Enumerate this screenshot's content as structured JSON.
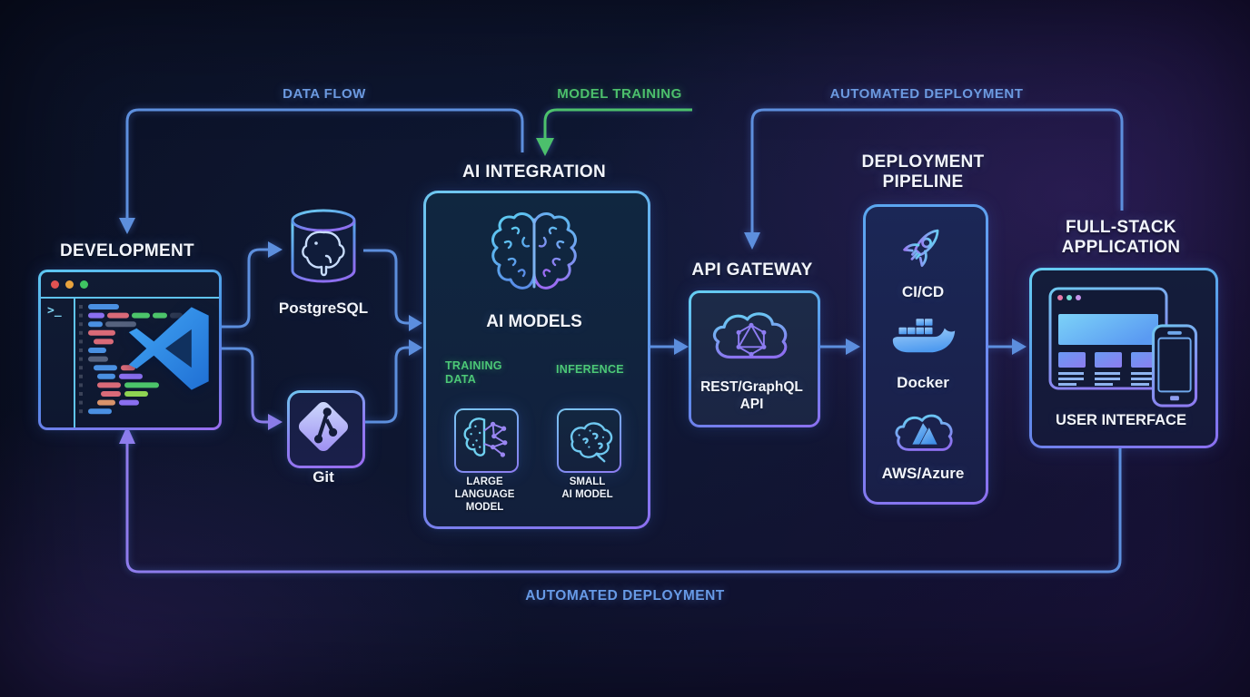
{
  "colors": {
    "wire_blue": "#5d8fdd",
    "wire_purple": "#8f7cec",
    "wire_green": "#4cc06c",
    "label_blue": "#6c9ae0",
    "accent_cyan": "#63d2f5",
    "accent_purple": "#8e6ff0"
  },
  "flow_labels": {
    "data_flow": "DATA FLOW",
    "model_training": "MODEL TRAINING",
    "automated_deployment_top": "AUTOMATED DEPLOYMENT",
    "automated_deployment_bottom": "AUTOMATED DEPLOYMENT"
  },
  "nodes": {
    "development": {
      "title": "DEVELOPMENT",
      "terminal_prompt": ">_"
    },
    "postgresql": {
      "label": "PostgreSQL"
    },
    "git": {
      "label": "Git"
    },
    "ai_integration": {
      "title": "AI INTEGRATION",
      "models_label": "AI MODELS",
      "training_data_label": "TRAINING\nDATA",
      "inference_label": "INFERENCE",
      "llm_label": "LARGE\nLANGUAGE\nMODEL",
      "small_model_label": "SMALL\nAI MODEL"
    },
    "api_gateway": {
      "title": "API GATEWAY",
      "label": "REST/GraphQL\nAPI"
    },
    "deployment_pipeline": {
      "title": "DEPLOYMENT\nPIPELINE",
      "items": [
        {
          "label": "CI/CD"
        },
        {
          "label": "Docker"
        },
        {
          "label": "AWS/Azure"
        }
      ]
    },
    "full_stack": {
      "title": "FULL-STACK\nAPPLICATION",
      "label": "USER INTERFACE"
    }
  }
}
